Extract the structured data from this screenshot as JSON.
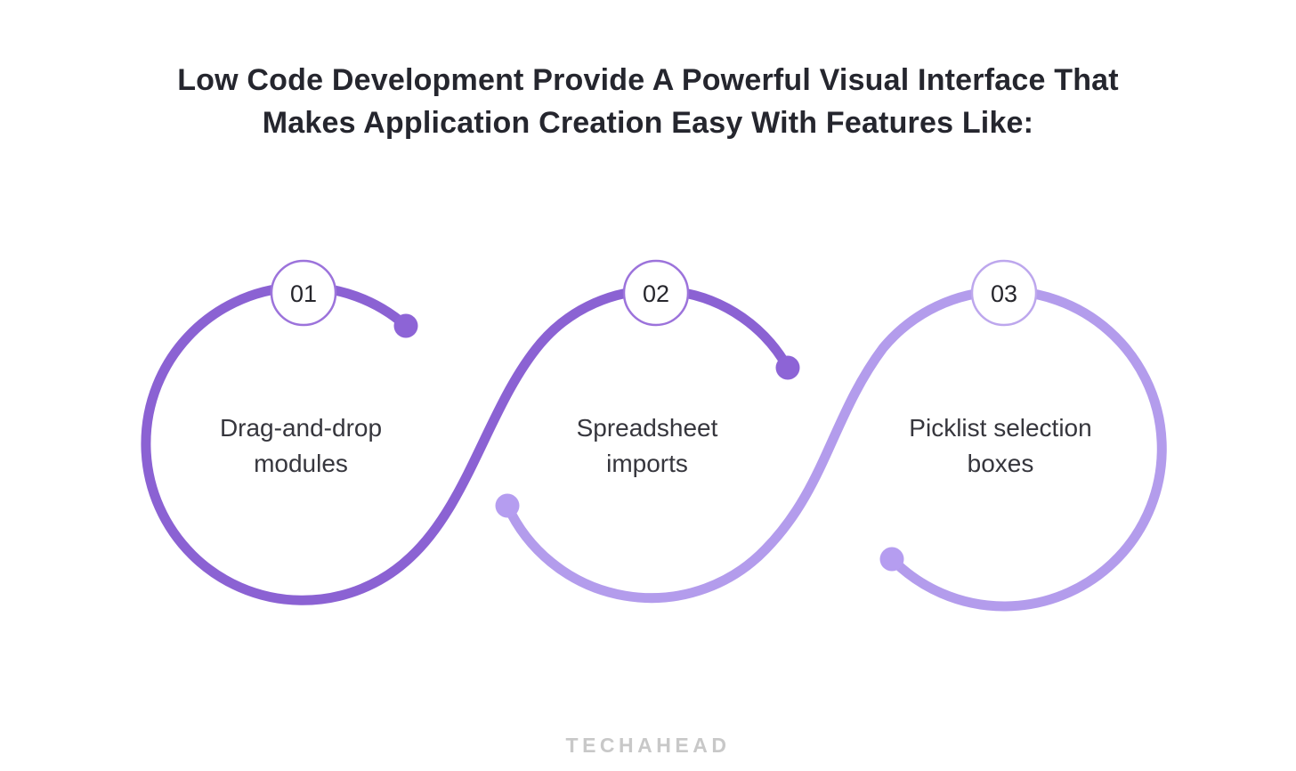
{
  "title": {
    "line1": "Low Code Development Provide A Powerful Visual Interface That",
    "line2": "Makes Application Creation Easy With Features Like:"
  },
  "steps": [
    {
      "number": "01",
      "label_line1": "Drag-and-drop",
      "label_line2": "modules"
    },
    {
      "number": "02",
      "label_line1": "Spreadsheet",
      "label_line2": "imports"
    },
    {
      "number": "03",
      "label_line1": "Picklist selection",
      "label_line2": "boxes"
    }
  ],
  "watermark": "TECHAHEAD",
  "colors": {
    "background": "#FFFFFF",
    "stroke_primary": "#8B62D3",
    "stroke_secondary": "#B39CEC",
    "dot_primary": "#8D64D6",
    "dot_secondary": "#B59DF0",
    "badge_border_primary": "#9C73DB",
    "badge_border_light": "#BDA7ED",
    "badge_fill": "#FFFFFF",
    "title_text": "#25262E",
    "label_text": "#36363D",
    "watermark_text": "#C8C8C8"
  }
}
